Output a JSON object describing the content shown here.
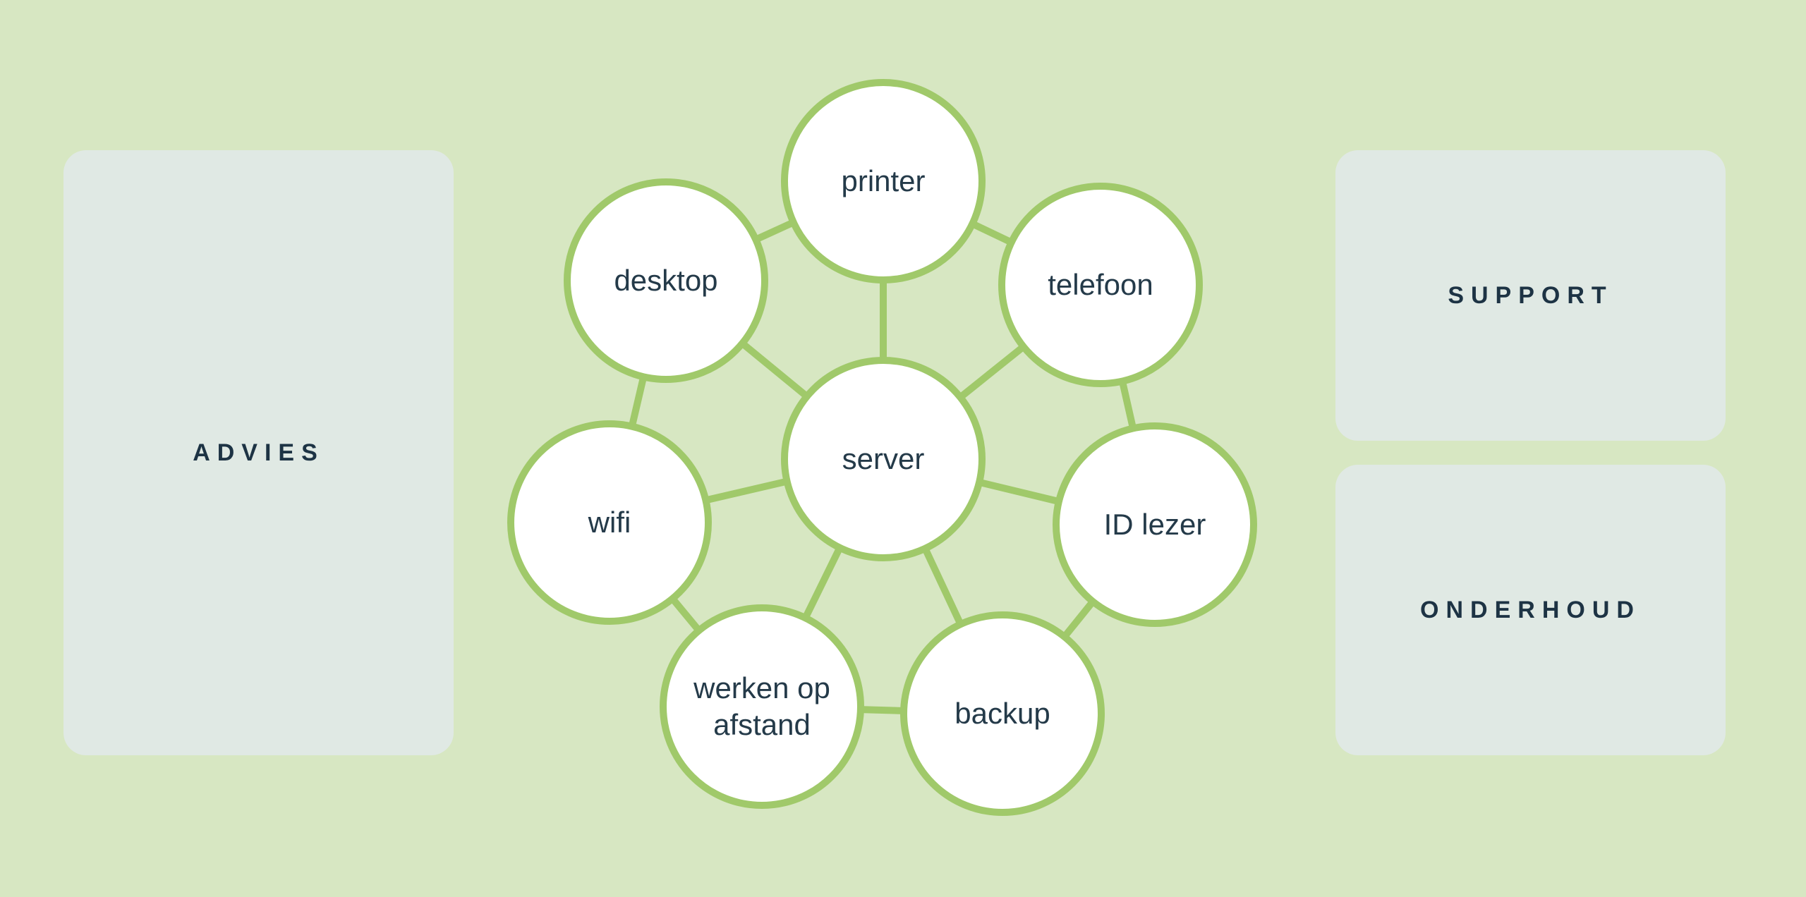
{
  "colors": {
    "background": "#d7e7c2",
    "node_border": "#a0c96a",
    "node_fill": "#ffffff",
    "panel_fill": "#e0e9e4",
    "text_dark": "#1d3344"
  },
  "panels": {
    "advies": {
      "label": "ADVIES"
    },
    "support": {
      "label": "SUPPORT"
    },
    "onderhoud": {
      "label": "ONDERHOUD"
    }
  },
  "diagram": {
    "center": {
      "label": "server"
    },
    "nodes": {
      "printer": {
        "label": "printer"
      },
      "telefoon": {
        "label": "telefoon"
      },
      "idlezer": {
        "label": "ID lezer"
      },
      "backup": {
        "label": "backup"
      },
      "werken": {
        "label": "werken op afstand"
      },
      "wifi": {
        "label": "wifi"
      },
      "desktop": {
        "label": "desktop"
      }
    }
  }
}
